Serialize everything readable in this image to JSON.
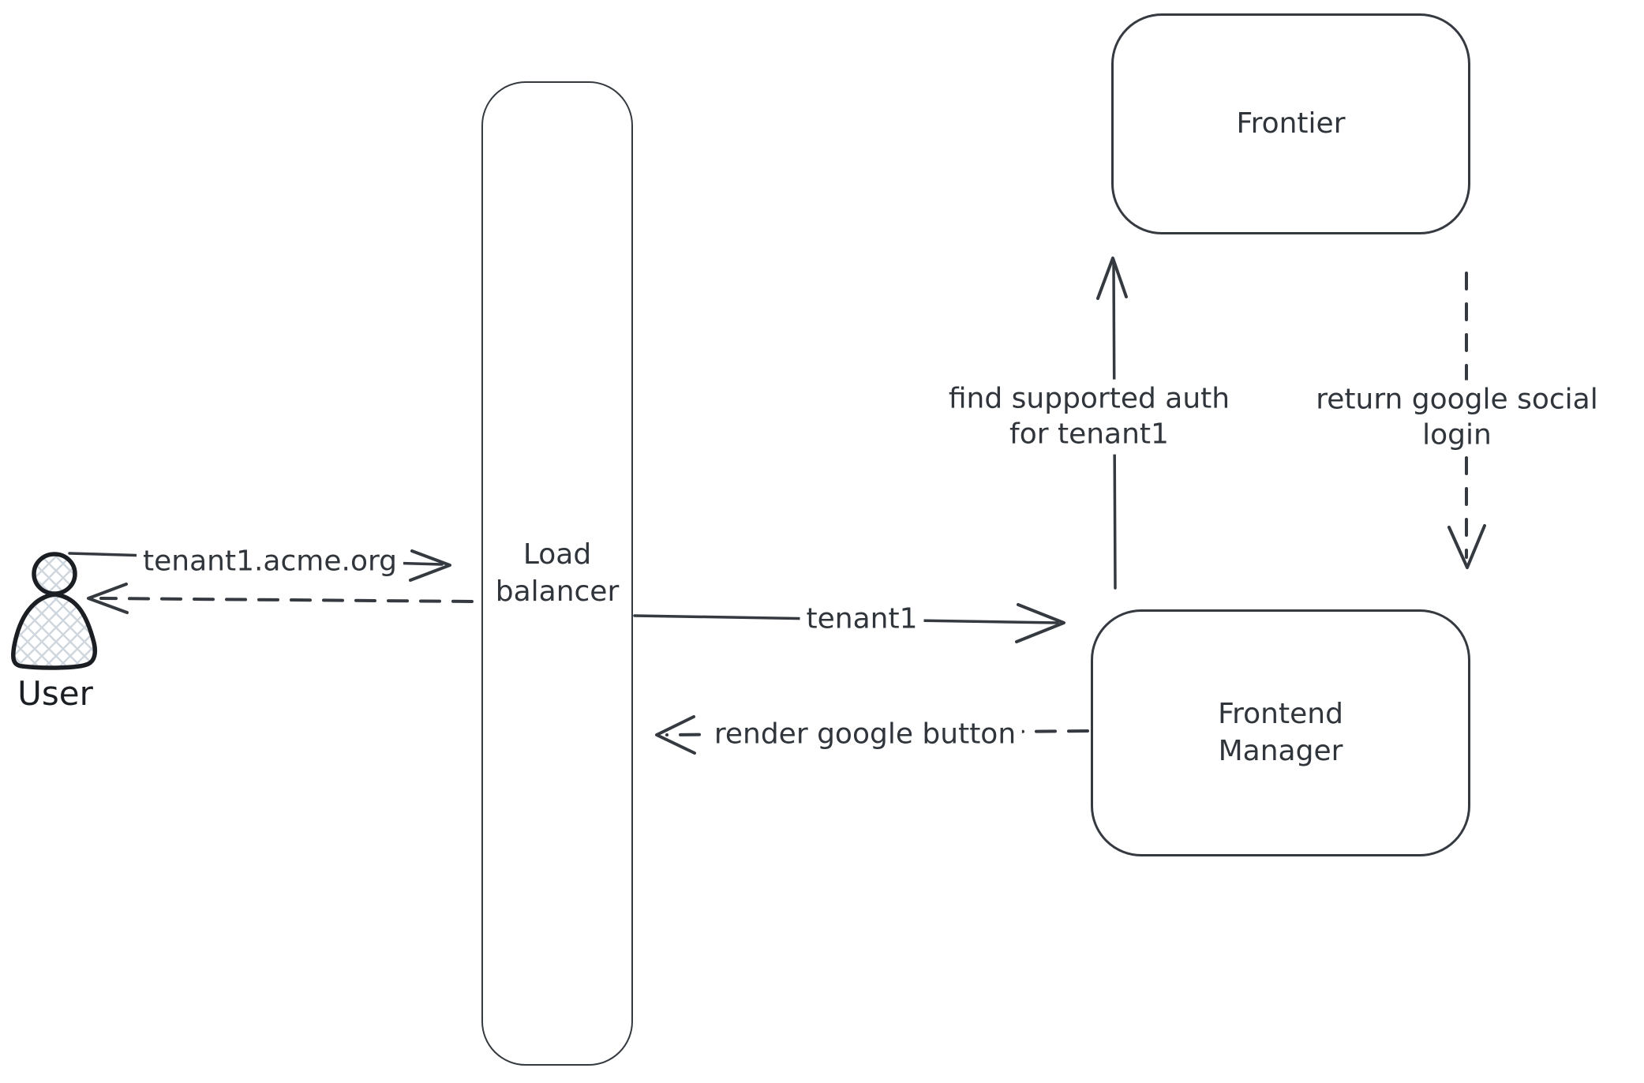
{
  "nodes": {
    "user": {
      "label": "User"
    },
    "load_balancer": {
      "label": "Load balancer"
    },
    "frontier": {
      "label": "Frontier"
    },
    "frontend_manager": {
      "label": "Frontend Manager"
    }
  },
  "edges": {
    "user_to_lb": {
      "label": "tenant1.acme.org",
      "style": "solid",
      "direction": "right"
    },
    "lb_to_user": {
      "style": "dashed",
      "direction": "left"
    },
    "lb_to_fm": {
      "label": "tenant1",
      "style": "solid",
      "direction": "right"
    },
    "fm_to_lb": {
      "label": "render google button",
      "style": "dashed",
      "direction": "left"
    },
    "fm_to_frontier": {
      "label": "find supported auth for tenant1",
      "style": "solid",
      "direction": "up"
    },
    "frontier_to_fm": {
      "label": "return google social login",
      "style": "dashed",
      "direction": "down"
    }
  },
  "colors": {
    "stroke": "#343a40",
    "text": "#2f353b",
    "icon_fill": "#cfd6dd",
    "icon_stroke": "#1b1f23",
    "background": "#ffffff"
  }
}
